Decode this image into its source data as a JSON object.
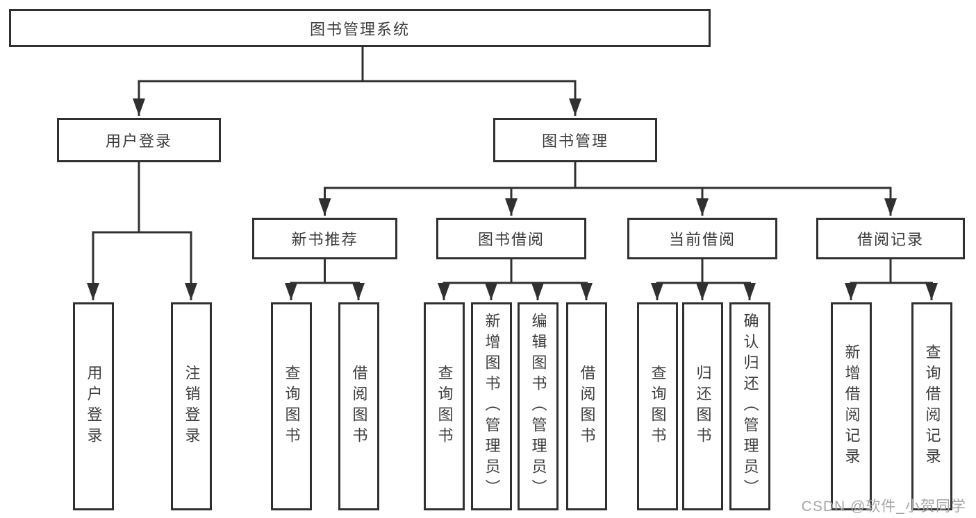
{
  "diagram_type": "functional-structure-tree",
  "colors": {
    "line": "#303030",
    "box_border": "#303030",
    "text": "#3d3d3d",
    "watermark": "#a6a6a6",
    "background": "#ffffff"
  },
  "nodes": {
    "root": "图书管理系统",
    "user_login": "用户登录",
    "book_management": "图书管理",
    "new_book_recommend": "新书推荐",
    "book_borrow": "图书借阅",
    "current_borrow": "当前借阅",
    "borrow_records": "借阅记录",
    "leaf_user_login": "用户登录",
    "leaf_logout": "注销登录",
    "leaf_nb_query": "查询图书",
    "leaf_nb_borrow": "借阅图书",
    "leaf_bb_query": "查询图书",
    "leaf_bb_add": "新增图书（管理员）",
    "leaf_bb_edit": "编辑图书（管理员）",
    "leaf_bb_borrow": "借阅图书",
    "leaf_cb_query": "查询图书",
    "leaf_cb_return": "归还图书",
    "leaf_cb_confirm": "确认归还（管理员）",
    "leaf_br_add": "新增借阅记录",
    "leaf_br_query": "查询借阅记录"
  },
  "hierarchy": {
    "图书管理系统": [
      "用户登录",
      "图书管理"
    ],
    "用户登录": [
      "用户登录",
      "注销登录"
    ],
    "图书管理": [
      "新书推荐",
      "图书借阅",
      "当前借阅",
      "借阅记录"
    ],
    "新书推荐": [
      "查询图书",
      "借阅图书"
    ],
    "图书借阅": [
      "查询图书",
      "新增图书（管理员）",
      "编辑图书（管理员）",
      "借阅图书"
    ],
    "当前借阅": [
      "查询图书",
      "归还图书",
      "确认归还（管理员）"
    ],
    "借阅记录": [
      "新增借阅记录",
      "查询借阅记录"
    ]
  },
  "watermark": "CSDN @软件_小贺同学"
}
